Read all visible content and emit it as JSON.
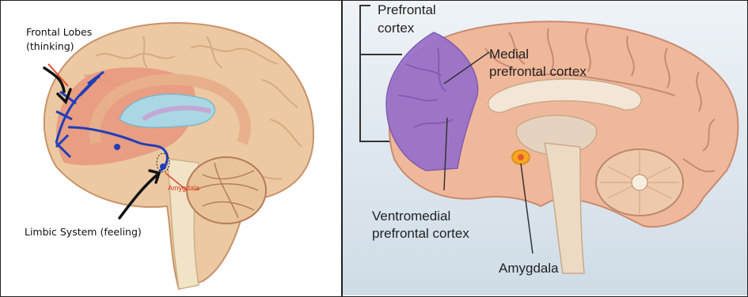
{
  "left_panel": {
    "labels": {
      "frontal": [
        "Frontal Lobes",
        "(thinking)"
      ],
      "limbic": "Limbic System (feeling)",
      "amygdala_small": "Amygdala"
    },
    "colors": {
      "brain_outline": "#e9c49b",
      "gyri": "#f0d6b6",
      "red_region": "#e8907a",
      "blue_marker": "#1f3fb8",
      "ventricle": "#a9d7e3",
      "arrow_black": "#111111",
      "arrow_red": "#e04a2a"
    }
  },
  "right_panel": {
    "labels": {
      "prefrontal": [
        "Prefrontal",
        "cortex"
      ],
      "medial": [
        "Medial",
        "prefrontal cortex"
      ],
      "ventromedial": [
        "Ventromedial",
        "prefrontal cortex"
      ],
      "amygdala": "Amygdala"
    },
    "colors": {
      "background": "#dfe7ee",
      "cortex": "#f0b89a",
      "gyri_lines": "#c98a70",
      "purple_region": "#9a72c9",
      "inner": "#ead8c4",
      "amygdala": "#f5a623"
    }
  }
}
